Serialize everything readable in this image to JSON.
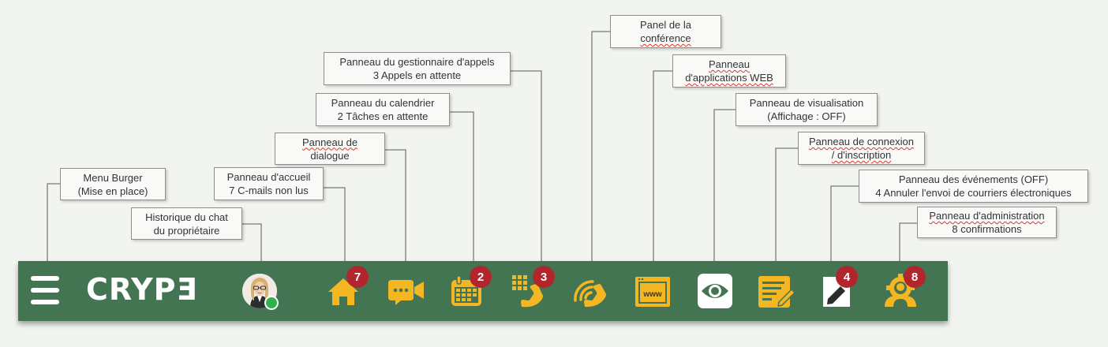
{
  "callouts": {
    "menu_burger": [
      "Menu Burger",
      "(Mise en place)"
    ],
    "chat_history": [
      "Historique du chat",
      "du propriétaire"
    ],
    "home": [
      "Panneau d'accueil",
      "7 C-mails non lus"
    ],
    "dialog": [
      "Panneau de",
      "dialogue"
    ],
    "calendar": [
      "Panneau du calendrier",
      "2 Tâches en attente"
    ],
    "calls": [
      "Panneau du gestionnaire d'appels",
      "3 Appels en attente"
    ],
    "conference": [
      "Panel de la",
      "conférence"
    ],
    "web_apps": [
      "Panneau",
      "d'applications WEB"
    ],
    "display": [
      "Panneau de visualisation",
      "(Affichage : OFF)"
    ],
    "login": [
      "Panneau de connexion",
      "/ d'inscription"
    ],
    "events": [
      "Panneau des événements (OFF)",
      "4 Annuler l'envoi de courriers électroniques"
    ],
    "admin": [
      "Panneau d'administration",
      "8 confirmations"
    ]
  },
  "toolbar": {
    "logo": "CRYPƎ",
    "badges": {
      "home": "7",
      "calendar": "2",
      "calls": "3",
      "events": "4",
      "admin": "8"
    },
    "web_label": "www"
  },
  "icons": {
    "menu": "burger-menu-icon",
    "avatar": "owner-avatar",
    "home": "home-icon",
    "dialog": "video-chat-icon",
    "calendar": "calendar-icon",
    "calls": "dialpad-phone-icon",
    "conference": "conference-phone-icon",
    "web_apps": "web-browser-icon",
    "display": "eye-icon",
    "login": "login-form-icon",
    "events": "edit-document-icon",
    "admin": "admin-user-gear-icon"
  },
  "colors": {
    "toolbar": "#447553",
    "icon": "#f4b623",
    "badge": "#b3252c",
    "online": "#2fb14b"
  }
}
